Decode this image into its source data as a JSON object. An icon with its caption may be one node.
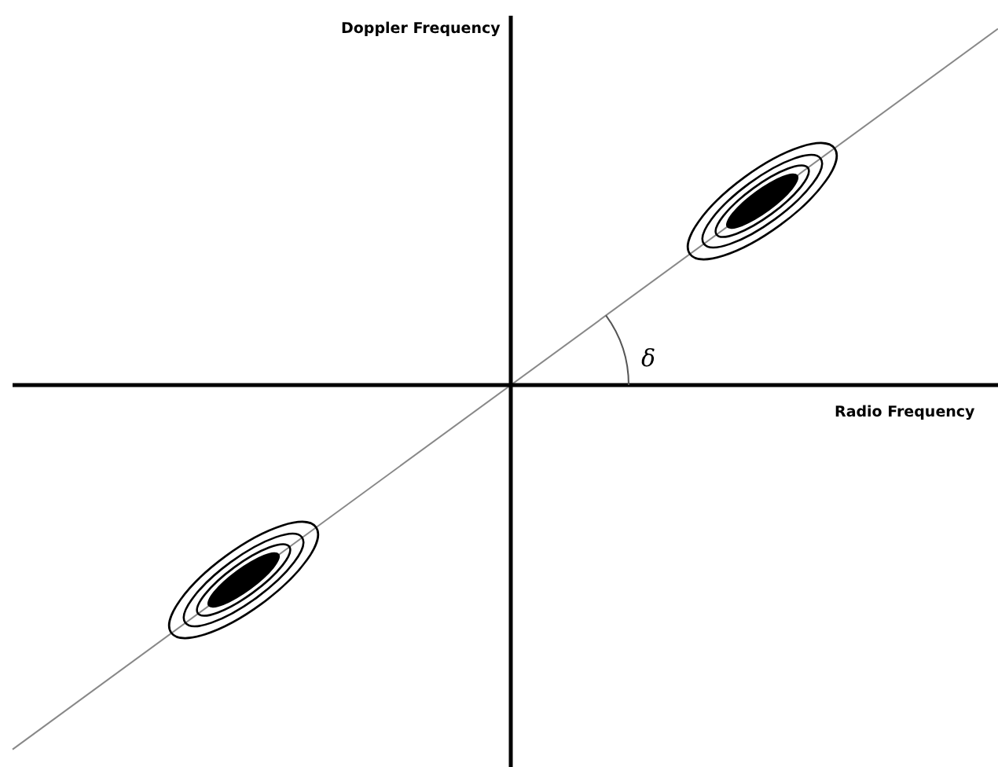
{
  "diagram": {
    "labels": [
      "Doppler Frequency",
      "Radio Frequency",
      "δ"
    ]
  }
}
